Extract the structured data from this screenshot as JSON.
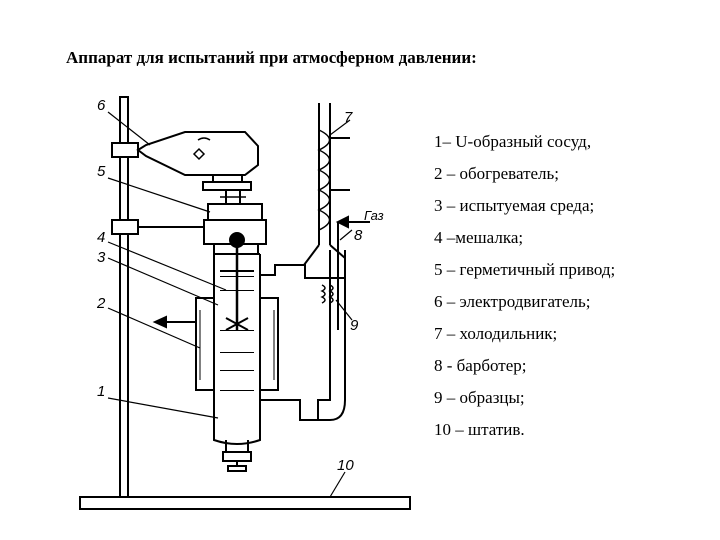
{
  "title": "Аппарат для испытаний при атмосферном давлении:",
  "diagram": {
    "callouts": [
      "6",
      "5",
      "4",
      "3",
      "2",
      "1",
      "7",
      "8",
      "9",
      "10"
    ],
    "gas_label": "Газ"
  },
  "legend": [
    "1– U-образный сосуд,",
    "2 – обогреватель;",
    "3 – испытуемая среда;",
    "4 –мешалка;",
    "5 – герметичный привод;",
    "6 – электродвигатель;",
    "7 – холодильник;",
    " 8 - барботер;",
    " 9 – образцы;",
    "10 – штатив."
  ]
}
